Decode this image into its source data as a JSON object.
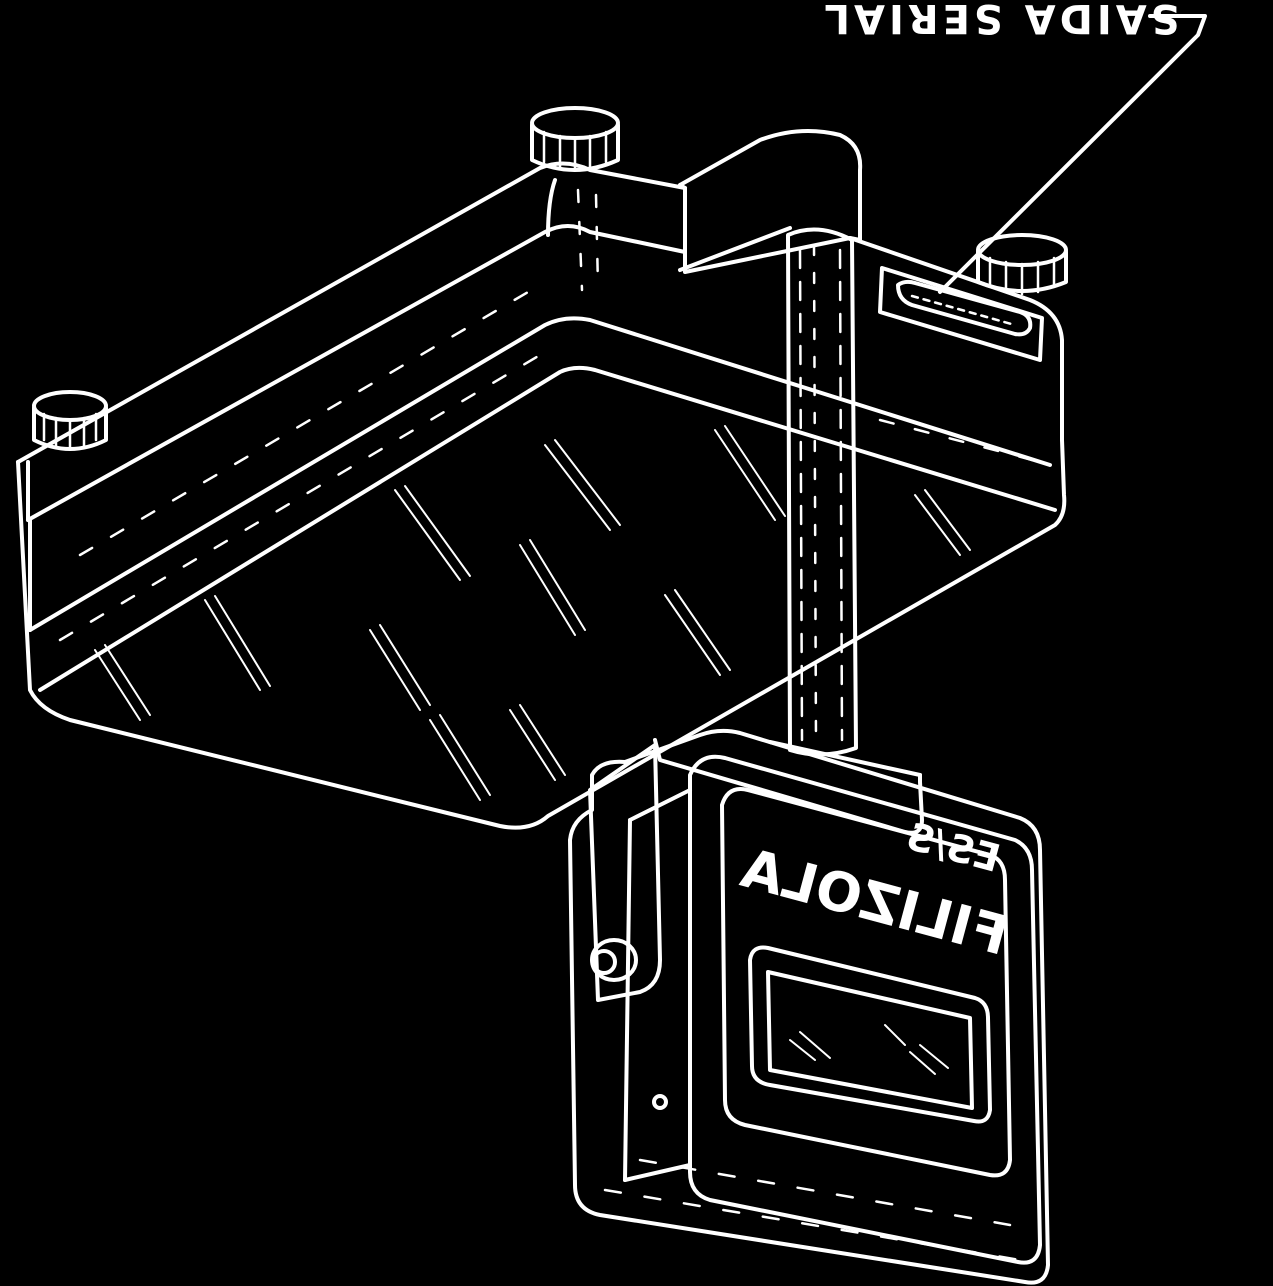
{
  "callout": {
    "label": "SAIDA SERIAL"
  },
  "indicator": {
    "brand": "FILIZOLA",
    "model": "ES/S"
  },
  "colors": {
    "background": "#000000",
    "lines": "#ffffff"
  }
}
